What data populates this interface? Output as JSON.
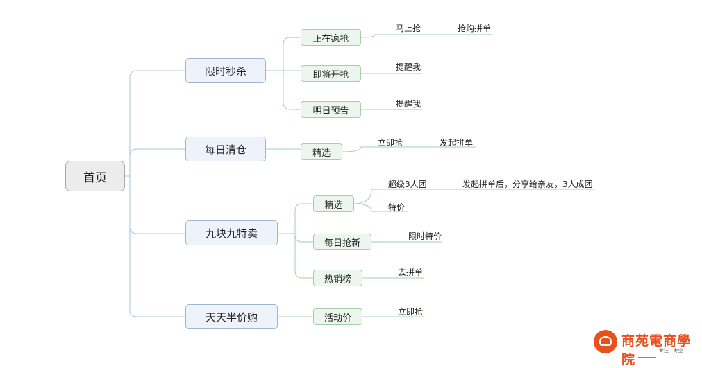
{
  "root": "首页",
  "branches": [
    {
      "label": "限时秒杀",
      "children": [
        {
          "label": "正在疯抢",
          "leaves": [
            "马上抢",
            "抢购拼单"
          ]
        },
        {
          "label": "即将开抢",
          "leaves": [
            "提醒我"
          ]
        },
        {
          "label": "明日预告",
          "leaves": [
            "提醒我"
          ]
        }
      ]
    },
    {
      "label": "每日清仓",
      "children": [
        {
          "label": "精选",
          "leaves": [
            "立即抢",
            "发起拼单"
          ]
        }
      ]
    },
    {
      "label": "九块九特卖",
      "children": [
        {
          "label": "精选",
          "leaves": [
            "超级3人团",
            "发起拼单后，分享给亲友，3人成团",
            "特价"
          ]
        },
        {
          "label": "每日抢新",
          "leaves": [
            "限时特价"
          ]
        },
        {
          "label": "热销榜",
          "leaves": [
            "去拼单"
          ]
        }
      ]
    },
    {
      "label": "天天半价购",
      "children": [
        {
          "label": "活动价",
          "leaves": [
            "立即抢"
          ]
        }
      ]
    }
  ],
  "logo": {
    "title": "商苑電商學院",
    "subtitle": "专注 · 专业"
  }
}
